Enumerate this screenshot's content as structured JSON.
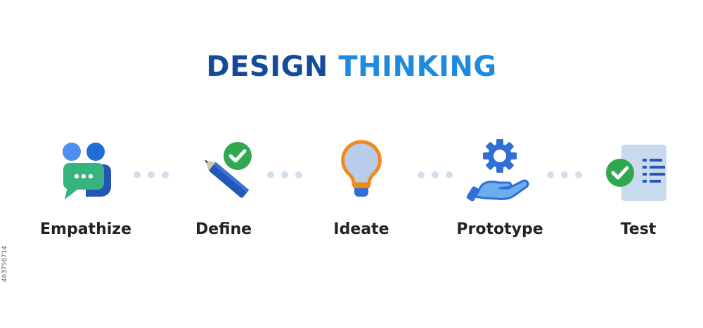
{
  "title": {
    "part1": "DESIGN",
    "part2": "THINKING"
  },
  "steps": [
    {
      "label": "Empathize",
      "icon": "empathize-chat-people-icon"
    },
    {
      "label": "Define",
      "icon": "pencil-check-icon"
    },
    {
      "label": "Ideate",
      "icon": "lightbulb-icon"
    },
    {
      "label": "Prototype",
      "icon": "gear-hand-icon"
    },
    {
      "label": "Test",
      "icon": "checklist-document-icon"
    }
  ],
  "side_text": "463756714",
  "colors": {
    "title_dark": "#134a9a",
    "title_light": "#1f8be0",
    "label": "#222222",
    "connector": "#cfe0f0",
    "green": "#2fa84f",
    "blue": "#2f6fd6"
  }
}
